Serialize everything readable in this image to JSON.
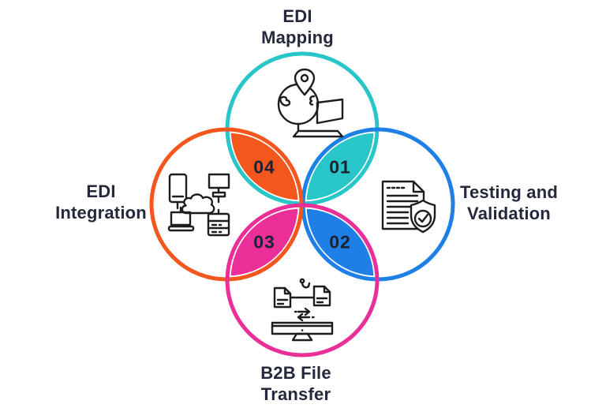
{
  "colors": {
    "cyan": "#28C5C9",
    "blue": "#1E80E6",
    "magenta": "#EA2F99",
    "orange": "#F4571E",
    "icon_ink": "#1D1D1F",
    "label_text": "#23283A",
    "number_text": "#1D2233",
    "background": "#FFFFFF"
  },
  "venn": {
    "circles": [
      {
        "position": "top",
        "label_lines": [
          "EDI",
          "Mapping"
        ],
        "color": "#28C5C9",
        "icon": "globe-location-laptop-icon"
      },
      {
        "position": "right",
        "label_lines": [
          "Testing and",
          "Validation"
        ],
        "color": "#1E80E6",
        "icon": "document-shield-check-icon"
      },
      {
        "position": "bottom",
        "label_lines": [
          "B2B File",
          "Transfer"
        ],
        "color": "#EA2F99",
        "icon": "files-transfer-monitor-icon"
      },
      {
        "position": "left",
        "label_lines": [
          "EDI",
          "Integration"
        ],
        "color": "#F4571E",
        "icon": "devices-cloud-network-icon"
      }
    ],
    "overlaps": [
      {
        "number": "01",
        "fill": "#28C5C9"
      },
      {
        "number": "02",
        "fill": "#1E80E6"
      },
      {
        "number": "03",
        "fill": "#EA2F99"
      },
      {
        "number": "04",
        "fill": "#F4571E"
      }
    ]
  }
}
